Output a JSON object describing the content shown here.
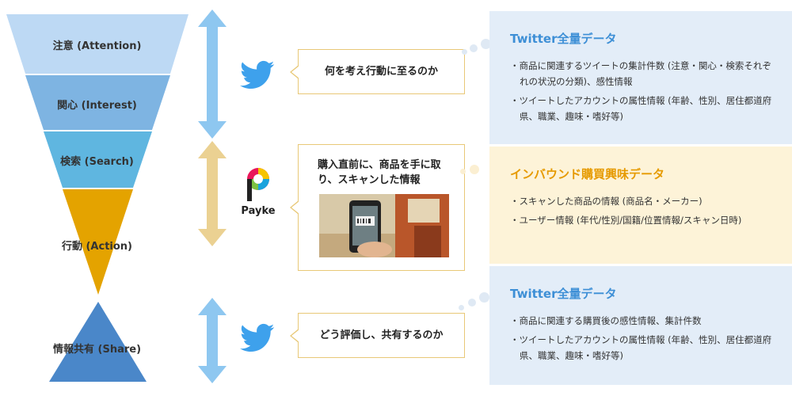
{
  "funnel": {
    "stages": [
      {
        "label": "注意 (Attention)"
      },
      {
        "label": "関心 (Interest)"
      },
      {
        "label": "検索 (Search)"
      },
      {
        "label": "行動 (Action)"
      },
      {
        "label": "情報共有 (Share)"
      }
    ]
  },
  "sources": {
    "top": {
      "bubble": "何を考え行動に至るのか"
    },
    "middle": {
      "brand": "Payke",
      "bubble": "購入直前に、商品を手に取り、スキャンした情報"
    },
    "bottom": {
      "bubble": "どう評価し、共有するのか"
    }
  },
  "panels": [
    {
      "title": "Twitter全量データ",
      "items": [
        "・商品に関連するツイートの集計件数 (注意・関心・検索それぞれの状況の分類)、感性情報",
        "・ツイートしたアカウントの属性情報 (年齢、性別、居住都道府県、職業、趣味・嗜好等)"
      ]
    },
    {
      "title": "インバウンド購買興味データ",
      "items": [
        "・スキャンした商品の情報 (商品名・メーカー)",
        "・ユーザー情報 (年代/性別/国籍/位置情報/スキャン日時)"
      ]
    },
    {
      "title": "Twitter全量データ",
      "items": [
        "・商品に関連する購買後の感性情報、集計件数",
        "・ツイートしたアカウントの属性情報 (年齢、性別、居住都道府県、職業、趣味・嗜好等)"
      ]
    }
  ],
  "colors": {
    "attention": "#bdd9f4",
    "interest": "#7eb4e2",
    "search": "#5fb6e0",
    "action": "#e4a300",
    "share": "#4a87c9",
    "blue_arrow": "#8ec7f0",
    "yellow_arrow": "#ebd192",
    "twitter": "#3ea1ec",
    "panel_blue_bg": "#e3edf8",
    "panel_yellow_bg": "#fdf3d8",
    "title_blue": "#3d8fd6",
    "title_orange": "#e69a00"
  },
  "icons": {
    "twitter": "twitter-bird-icon",
    "payke": "payke-logo-icon"
  }
}
